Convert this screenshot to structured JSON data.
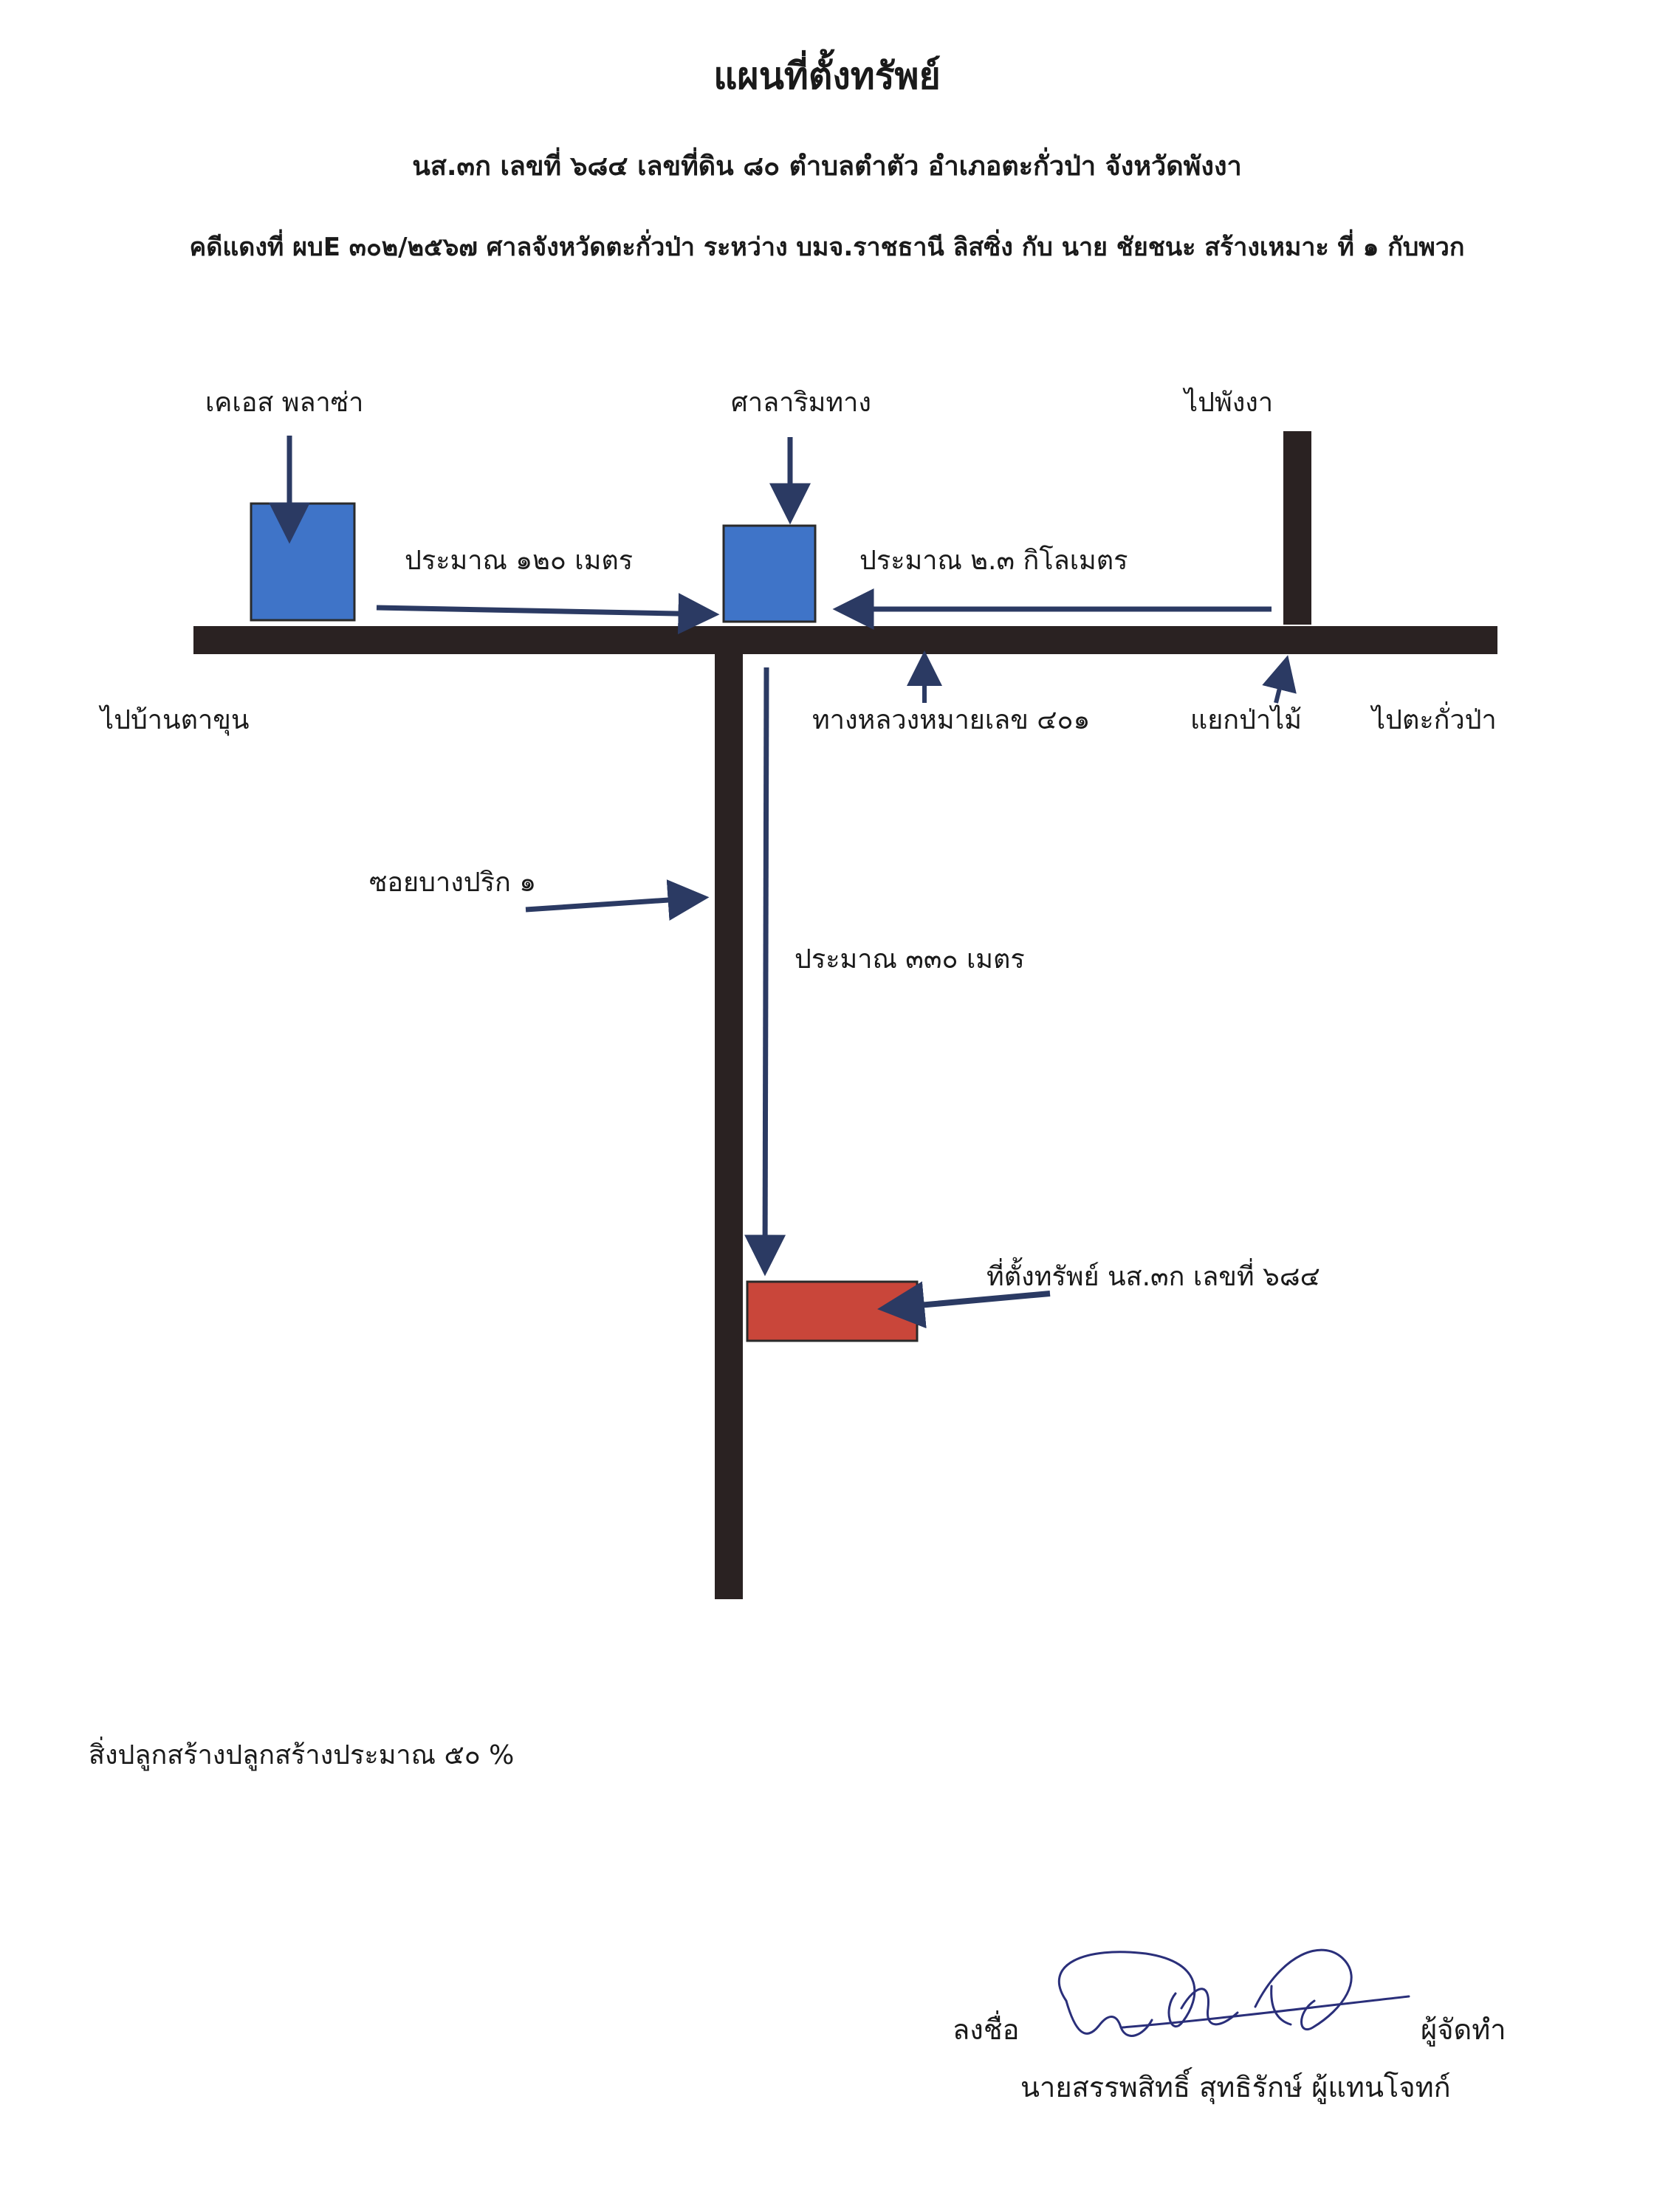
{
  "header": {
    "title": "แผนที่ตั้งทรัพย์",
    "subtitle": "นส.๓ก เลขที่  ๖๘๔  เลขที่ดิน  ๘๐ ตำบลตำตัว  อำเภอตะกั่วป่า จังหวัดพังงา",
    "case_line": "คดีแดงที่ ผบE ๓๐๒/๒๕๖๗ ศาลจังหวัดตะกั่วป่า ระหว่าง บมจ.ราชธานี ลิสซิ่ง กับ นาย ชัยชนะ สร้างเหมาะ ที่ ๑ กับพวก"
  },
  "map": {
    "landmarks": {
      "ks_plaza": "เคเอส พลาซ่า",
      "sala": "ศาลาริมทาง",
      "to_phangnga": "ไปพังงา"
    },
    "distances": {
      "d120": "ประมาณ ๑๒๐ เมตร",
      "d23km": "ประมาณ ๒.๓ กิโลเมตร",
      "d330": "ประมาณ ๓๓๐ เมตร"
    },
    "roads": {
      "to_ban_ta_khun": "ไปบ้านตาขุน",
      "highway": "ทางหลวงหมายเลข ๔๐๑",
      "junction": "แยกป่าไม้",
      "to_takuapa": "ไปตะกั่วป่า",
      "soi": "ซอยบางปริก ๑"
    },
    "property_label": "ที่ตั้งทรัพย์ นส.๓ก เลขที่ ๖๘๔",
    "colors": {
      "road": "#2a2222",
      "landmark_box": "#3f74c8",
      "property_box": "#c9463a",
      "arrow": "#2b3a63"
    }
  },
  "note": "สิ่งปลูกสร้างปลูกสร้างประมาณ ๕๐ %",
  "signature": {
    "sign_label": "ลงชื่อ",
    "role": "ผู้จัดทำ",
    "name_line": "นายสรรพสิทธิ์  สุทธิรักษ์  ผู้แทนโจทก์"
  }
}
